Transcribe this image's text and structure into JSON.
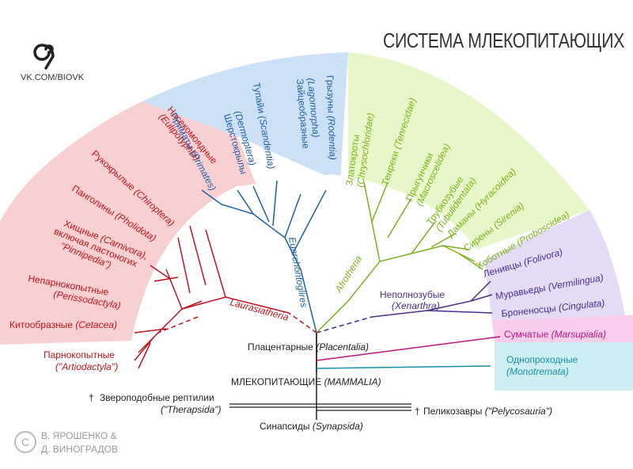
{
  "header": {
    "title": "СИСТЕМА МЛЕКОПИТАЮЩИХ",
    "vk_link": "VK.COM/BIOVK",
    "logo_icon": "spiral-logo-icon"
  },
  "credits": {
    "copyright_icon": "copyright-icon",
    "line1": "В. ЯРОШЕНКО &",
    "line2": "Д. ВИНОГРАДОВ"
  },
  "colors": {
    "laurasiatheria": "#c0141c",
    "euarchontoglires": "#1d5fa8",
    "afrotheria": "#7bb31a",
    "xenarthra": "#4b2d8f",
    "marsupialia": "#b8177e",
    "monotremata": "#1a8fa0",
    "root": "#222222"
  },
  "laurasiatheria": {
    "clade": "Laurasiatheria",
    "orders": [
      {
        "name": "Насекомоядные",
        "latin": "(Eulipotyphla)"
      },
      {
        "name": "Рукокрылые",
        "latin": "(Chiroptera)"
      },
      {
        "name": "Панголины",
        "latin": "(Pholidota)"
      },
      {
        "name": "Хищные",
        "latin": "(Carnivora),",
        "extra1": "включая ластоногих",
        "extra2": "\"Pinnipedia\")"
      },
      {
        "name": "Непарнокопытные",
        "latin": "(Perissodactyla)"
      },
      {
        "name": "Китообразные",
        "latin": "(Cetacea)"
      },
      {
        "name": "Парнокопытные",
        "latin": "(\"Artiodactyla\")"
      }
    ]
  },
  "euarchontoglires": {
    "clade": "Euarchontoglires",
    "orders": [
      {
        "name": "Приматы",
        "latin": "(Primates)"
      },
      {
        "name": "Шерстокрылы",
        "latin": "(Dermoptera)"
      },
      {
        "name": "Тупайи",
        "latin": "(Scandentia)"
      },
      {
        "name": "Зайцеобразные",
        "latin": "(Lagomorpha)"
      },
      {
        "name": "Грызуны",
        "latin": "(Rodentia)"
      }
    ]
  },
  "afrotheria": {
    "clade": "Afrotheria",
    "orders": [
      {
        "name": "Златокроты",
        "latin": "(Chrysochloridae)"
      },
      {
        "name": "Тенреки",
        "latin": "(Tenrecidae)"
      },
      {
        "name": "Прыгунчики",
        "latin": "(Macroscelidea)"
      },
      {
        "name": "Трубкозубые",
        "latin": "(Tubulidentata)"
      },
      {
        "name": "Даманы",
        "latin": "(Hyracoidea)"
      },
      {
        "name": "Сирены",
        "latin": "(Sirenia)"
      },
      {
        "name": "Хоботные",
        "latin": "(Proboscidea)"
      }
    ]
  },
  "xenarthra": {
    "clade_name": "Неполнозубые",
    "clade_latin": "(Xenarthra)",
    "orders": [
      {
        "name": "Ленивцы",
        "latin": "(Folivora)"
      },
      {
        "name": "Муравьеды",
        "latin": "(Vermilingua)"
      },
      {
        "name": "Броненосцы",
        "latin": "(Cingulata)"
      }
    ]
  },
  "marsupialia": {
    "name": "Сумчатые",
    "latin": "(Marsupialia)"
  },
  "monotremata": {
    "name": "Однопроходные",
    "latin": "(Monotremata)"
  },
  "root": {
    "placentalia_name": "Плацентарные",
    "placentalia_latin": "(Placentalia)",
    "mammalia_name": "МЛЕКОПИТАЮЩИЕ",
    "mammalia_latin": "(MAMMALIA)",
    "synapsida_name": "Синапсиды",
    "synapsida_latin": "(Synapsida)",
    "therapsida_dagger": "†",
    "therapsida_name": "Звероподобные рептилии",
    "therapsida_latin": "(\"Therapsida\")",
    "pelycosauria_dagger": "†",
    "pelycosauria_name": "Пеликозавры",
    "pelycosauria_latin": "(\"Pelycosauria\")"
  }
}
